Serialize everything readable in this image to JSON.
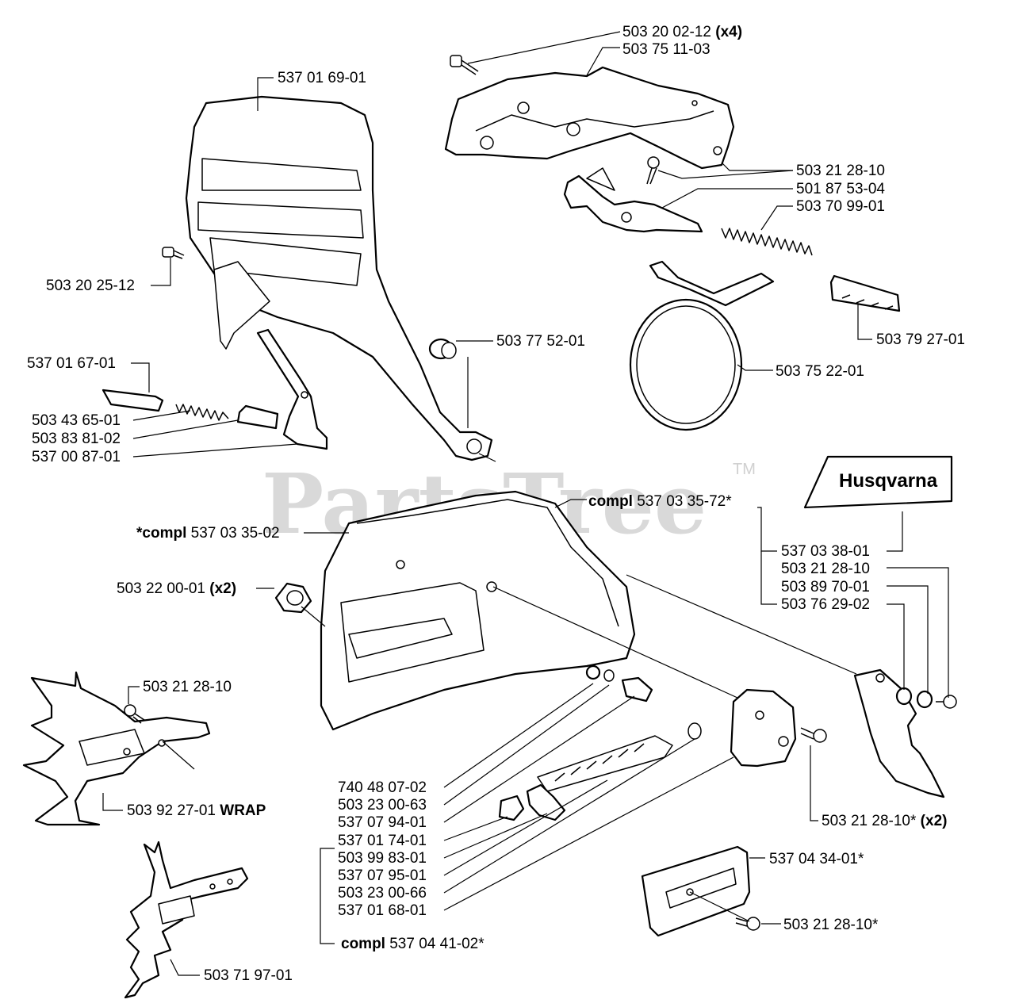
{
  "watermark": {
    "text": "PartsTree",
    "tm": "TM"
  },
  "decal_brand": "Husqvarna",
  "labels": {
    "l01": "503 20 02-12",
    "l01b": "(x4)",
    "l02": "503 75 11-03",
    "l03": "537 01 69-01",
    "l04": "503 21 28-10",
    "l05": "501 87 53-04",
    "l06": "503 70 99-01",
    "l07": "503 20 25-12",
    "l08": "503 77 52-01",
    "l09": "503 79 27-01",
    "l10": "537 01 67-01",
    "l11": "503 75 22-01",
    "l12": "503 43 65-01",
    "l13": "503 83 81-02",
    "l14": "537 00 87-01",
    "l15a": "compl",
    "l15b": "537 03 35-72*",
    "l16a": "*compl",
    "l16b": "537 03 35-02",
    "l17": "537 03 38-01",
    "l18": "503 21 28-10",
    "l19": "503 89 70-01",
    "l20": "503 76 29-02",
    "l21": "503 22 00-01",
    "l21b": "(x2)",
    "l22": "503 21 28-10",
    "l23": "503 92 27-01",
    "l23b": "WRAP",
    "l24": "740 48 07-02",
    "l25": "503 23 00-63",
    "l26": "537 07 94-01",
    "l27": "537 01 74-01",
    "l28": "503 99 83-01",
    "l29": "537 07 95-01",
    "l30": "503 23 00-66",
    "l31": "537 01 68-01",
    "l32a": "compl",
    "l32b": "537 04 41-02*",
    "l33": "503 21 28-10*",
    "l33b": "(x2)",
    "l34": "537 04 34-01*",
    "l35": "503 21 28-10*",
    "l36": "503 71 97-01"
  }
}
